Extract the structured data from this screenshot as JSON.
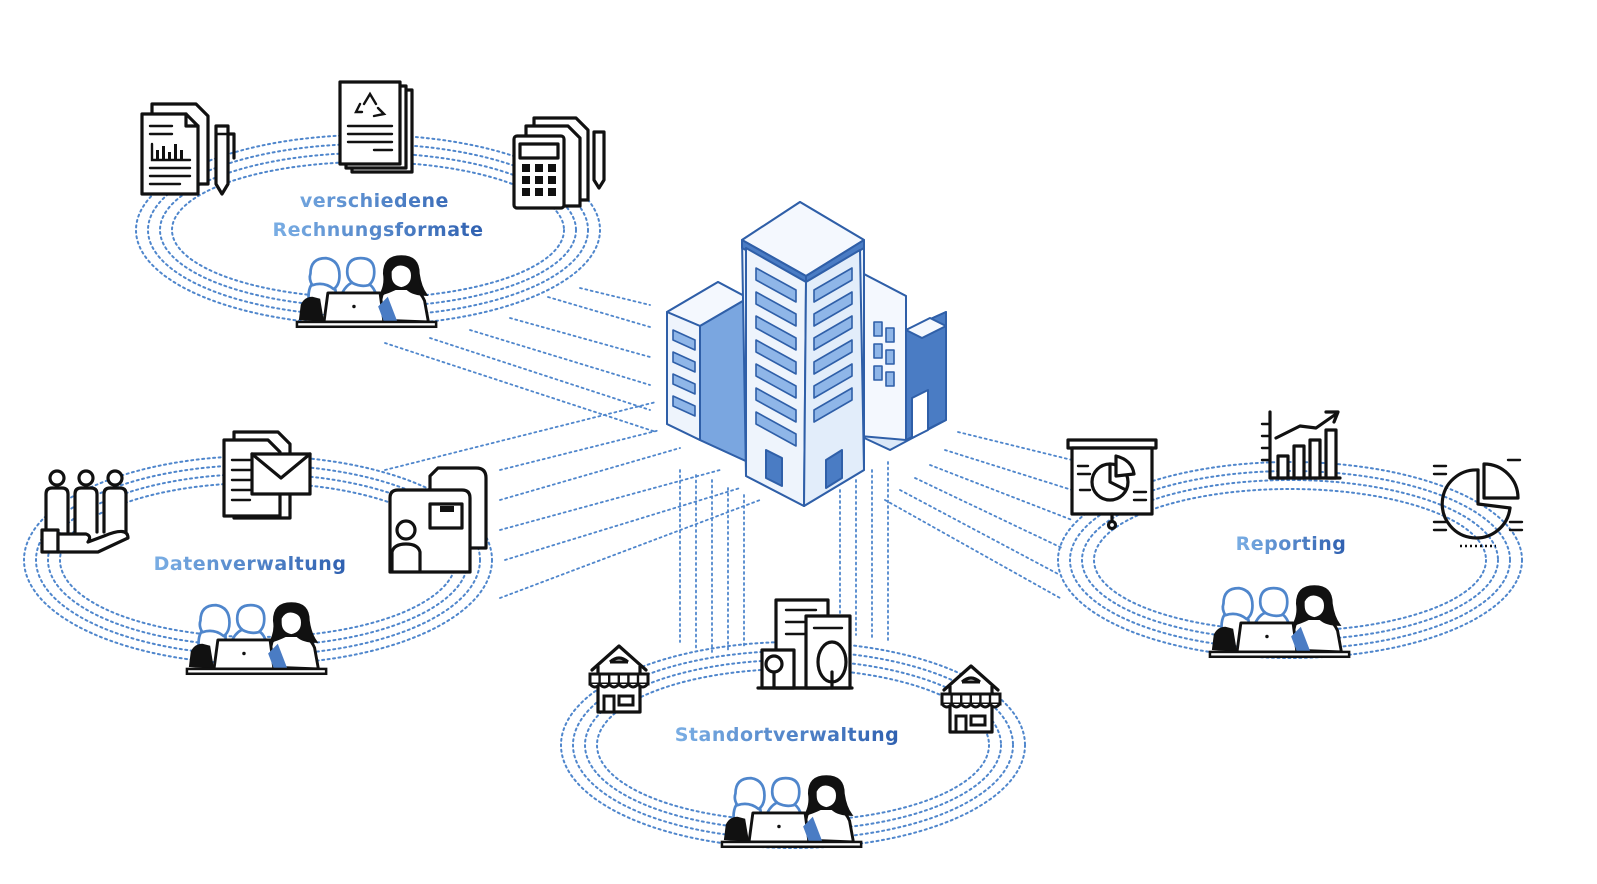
{
  "colors": {
    "accent_blue": "#4f86cc",
    "label_light": "#6fa3dc",
    "label_dark": "#3568b8",
    "building_face": "#eaf2fc",
    "building_window": "#8fb6e8",
    "building_dark": "#4a7cc4",
    "icon_stroke": "#111111"
  },
  "center": {
    "icon": "office-building-icon"
  },
  "clusters": [
    {
      "id": "rechnungsformate",
      "label_lines": [
        "verschiedene",
        "Rechnungsformate"
      ],
      "icons": [
        "chart-document-pen-icon",
        "recycle-document-stack-icon",
        "calculator-document-pen-icon",
        "team-laptop-icon"
      ]
    },
    {
      "id": "datenverwaltung",
      "label_lines": [
        "Datenverwaltung"
      ],
      "icons": [
        "people-hand-icon",
        "mail-document-icon",
        "profile-cards-icon",
        "team-laptop-icon"
      ]
    },
    {
      "id": "standortverwaltung",
      "label_lines": [
        "Standortverwaltung"
      ],
      "icons": [
        "shop-icon",
        "city-buildings-icon",
        "shop-icon",
        "team-laptop-icon"
      ]
    },
    {
      "id": "reporting",
      "label_lines": [
        "Reporting"
      ],
      "icons": [
        "presentation-board-icon",
        "growth-bar-chart-icon",
        "pie-chart-icon",
        "team-laptop-icon"
      ]
    }
  ]
}
